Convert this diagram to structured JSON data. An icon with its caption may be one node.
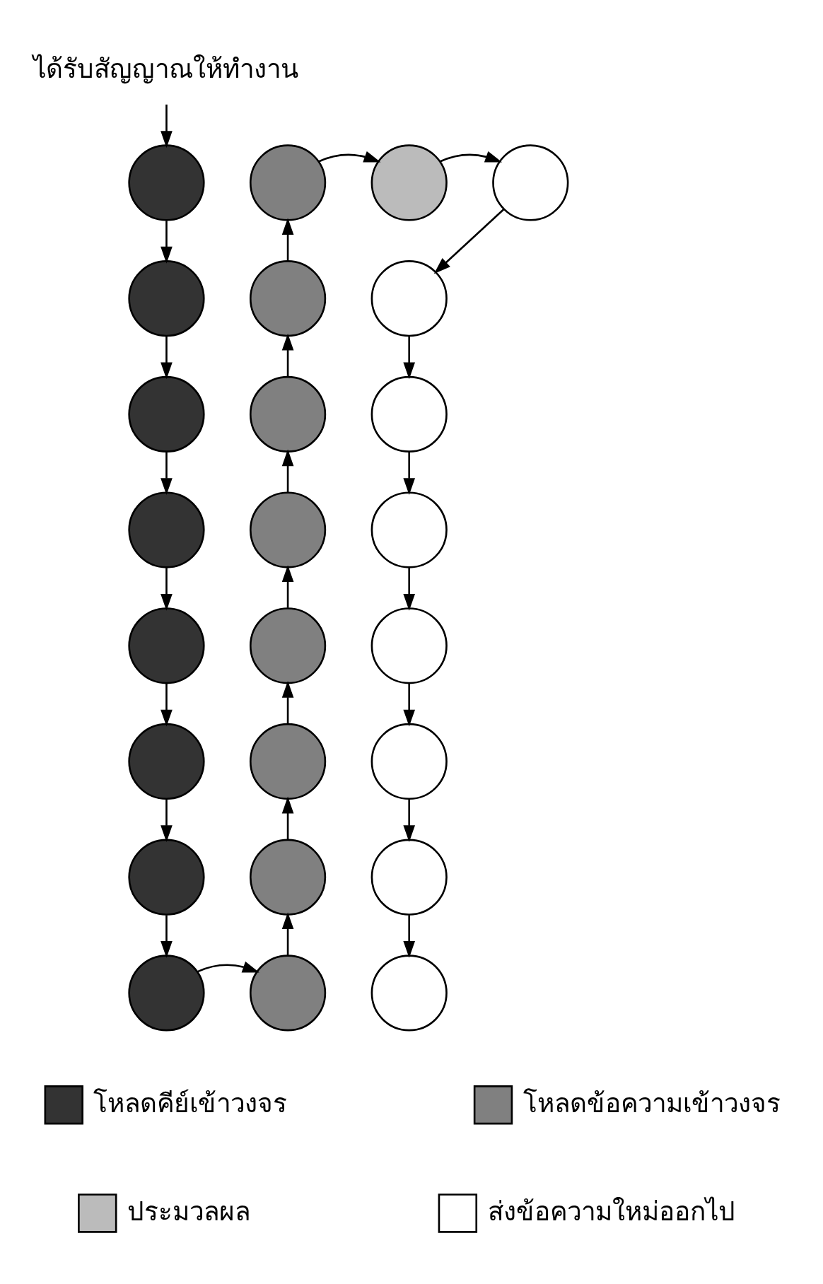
{
  "diagram": {
    "nodes": [
      {
        "text": [
          "ได้รับสัญญาณให้ทำงาน"
        ]
      },
      {
        "text": [],
        "shape": "circle"
      },
      {
        "text": [],
        "shape": "circle"
      },
      {
        "text": [],
        "shape": "circle"
      },
      {
        "text": [],
        "shape": "circle"
      },
      {
        "text": [],
        "shape": "circle"
      },
      {
        "text": [],
        "shape": "circle"
      },
      {
        "text": [],
        "shape": "circle"
      },
      {
        "text": [],
        "shape": "circle"
      },
      {
        "text": [],
        "shape": "circle"
      },
      {
        "text": [],
        "shape": "circle"
      },
      {
        "text": [],
        "shape": "circle"
      },
      {
        "text": [],
        "shape": "circle"
      },
      {
        "text": [],
        "shape": "circle"
      },
      {
        "text": [],
        "shape": "circle"
      },
      {
        "text": [],
        "shape": "circle"
      },
      {
        "text": [],
        "shape": "circle"
      },
      {
        "text": [],
        "shape": "circle"
      },
      {
        "text": [],
        "shape": "circle"
      },
      {
        "text": [],
        "shape": "circle"
      },
      {
        "text": [],
        "shape": "circle"
      },
      {
        "text": [],
        "shape": "circle"
      },
      {
        "text": [],
        "shape": "circle"
      },
      {
        "text": [],
        "shape": "circle"
      },
      {
        "text": [],
        "shape": "circle"
      },
      {
        "text": [],
        "shape": "circle"
      }
    ],
    "edges": [
      {
        "from": 0,
        "to": 1,
        "arrow": "to"
      },
      {
        "from": 1,
        "to": 2,
        "arrow": "to"
      },
      {
        "from": 2,
        "to": 3,
        "arrow": "to"
      },
      {
        "from": 3,
        "to": 4,
        "arrow": "to"
      },
      {
        "from": 4,
        "to": 5,
        "arrow": "to"
      },
      {
        "from": 5,
        "to": 6,
        "arrow": "to"
      },
      {
        "from": 6,
        "to": 7,
        "arrow": "to"
      },
      {
        "from": 7,
        "to": 8,
        "arrow": "to"
      },
      {
        "from": 8,
        "to": 16,
        "arrow": "to"
      },
      {
        "from": 16,
        "to": 15,
        "arrow": "to"
      },
      {
        "from": 15,
        "to": 14,
        "arrow": "to"
      },
      {
        "from": 14,
        "to": 13,
        "arrow": "to"
      },
      {
        "from": 13,
        "to": 12,
        "arrow": "to"
      },
      {
        "from": 12,
        "to": 11,
        "arrow": "to"
      },
      {
        "from": 11,
        "to": 10,
        "arrow": "to"
      },
      {
        "from": 10,
        "to": 9,
        "arrow": "to"
      },
      {
        "from": 9,
        "to": 17,
        "arrow": "to"
      },
      {
        "from": 17,
        "to": 18,
        "arrow": "to"
      },
      {
        "from": 18,
        "to": 19,
        "arrow": "to"
      },
      {
        "from": 19,
        "to": 20,
        "arrow": "to"
      },
      {
        "from": 20,
        "to": 21,
        "arrow": "to"
      },
      {
        "from": 21,
        "to": 22,
        "arrow": "to"
      },
      {
        "from": 22,
        "to": 23,
        "arrow": "to"
      },
      {
        "from": 23,
        "to": 24,
        "arrow": "to"
      },
      {
        "from": 24,
        "to": 25,
        "arrow": "to"
      }
    ],
    "legend": [
      {
        "text": "โหลดคีย์เข้าวงจร",
        "color": "#333333"
      },
      {
        "text": "โหลดข้อความเข้าวงจร",
        "color": "#808080"
      },
      {
        "text": "ประมวลผล",
        "color": "#bbbbbb"
      },
      {
        "text": "ส่งข้อความใหม่ออกไป",
        "color": "#ffffff"
      }
    ]
  }
}
